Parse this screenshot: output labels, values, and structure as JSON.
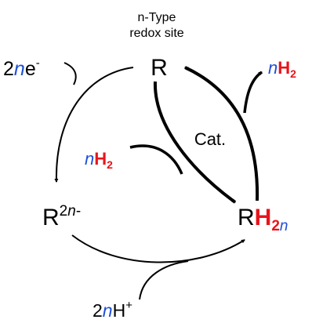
{
  "site_label": {
    "line1": "n-Type",
    "line2": "redox site"
  },
  "colors": {
    "ink": "#000000",
    "blue": "#1f4fd8",
    "red": "#e8141c"
  },
  "species": {
    "top": "R",
    "left_base": "R",
    "left_sup_num": "2",
    "left_sup_var": "n",
    "left_sup_sign": "-",
    "right_base": "R",
    "right_h": "H",
    "right_sub_num": "2",
    "right_sub_var": "n"
  },
  "electrons": {
    "coef": "2",
    "var": "n",
    "e": "e",
    "sign": "-"
  },
  "protons": {
    "coef": "2",
    "var": "n",
    "h": "H",
    "sign": "+"
  },
  "h2_in": {
    "var": "n",
    "h": "H",
    "sub": "2"
  },
  "h2_out": {
    "var": "n",
    "h": "H",
    "sub": "2"
  },
  "catalysis": {
    "label": "Cat."
  }
}
